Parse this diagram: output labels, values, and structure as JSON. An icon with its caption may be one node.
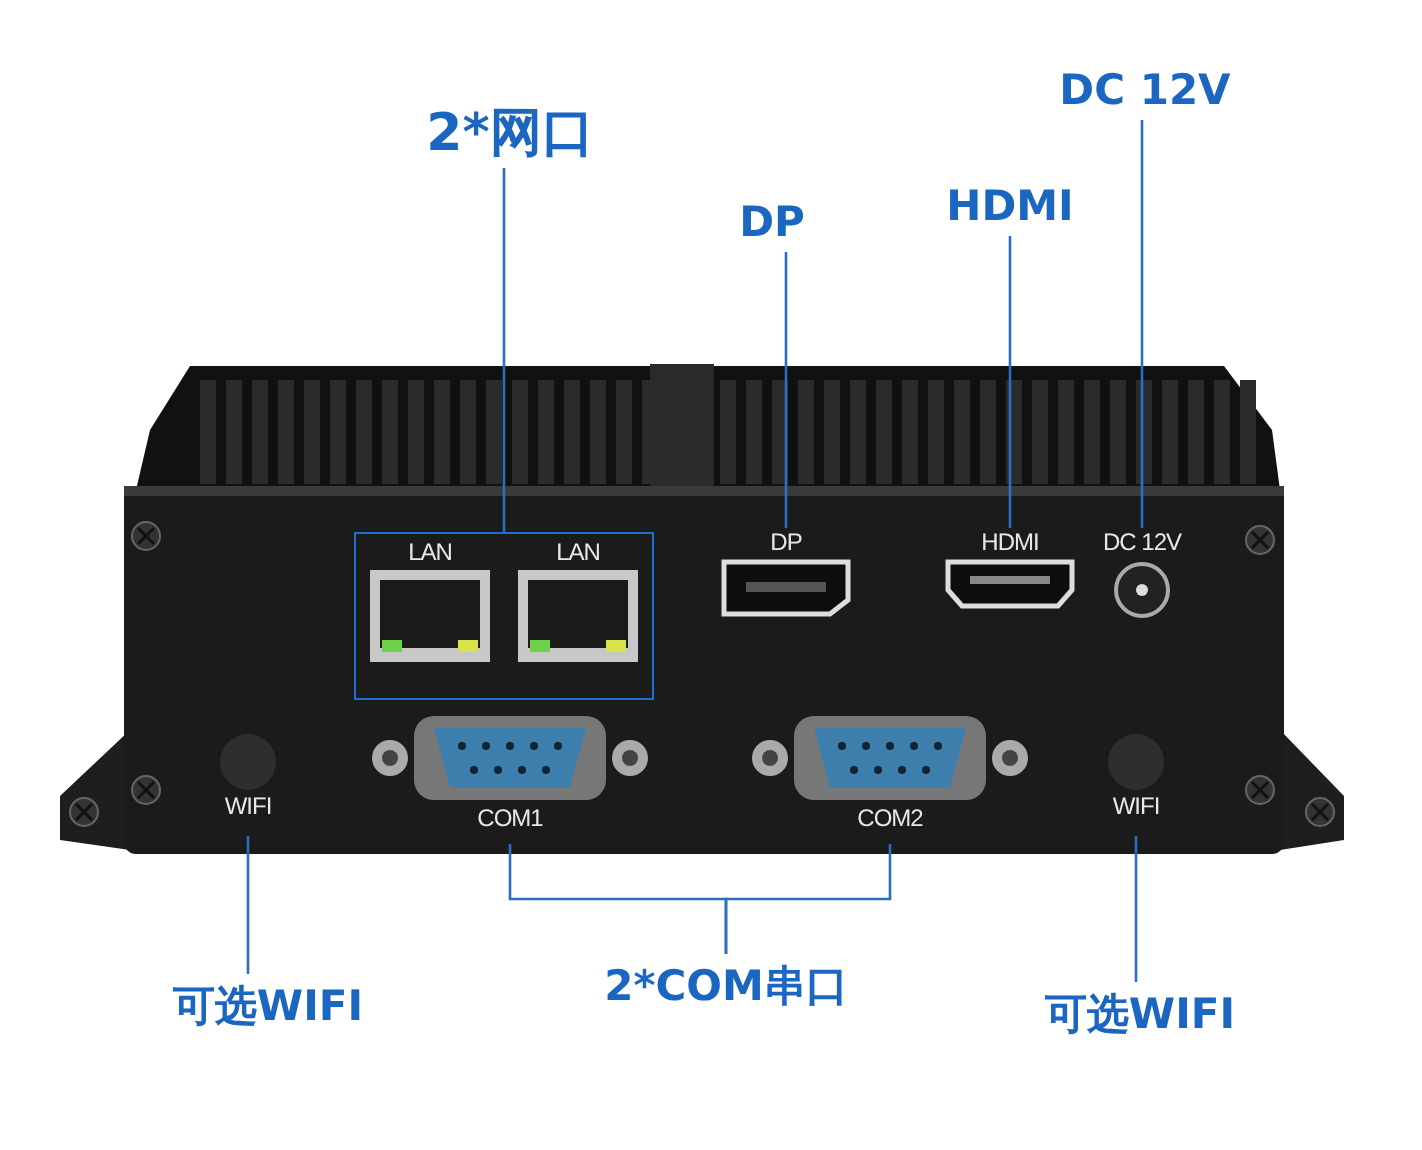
{
  "diagram": {
    "nodes": [
      {
        "text": [
          "2*网口"
        ]
      },
      {
        "text": [
          "DP"
        ]
      },
      {
        "text": [
          "HDMI"
        ]
      },
      {
        "text": [
          "DC 12V"
        ]
      },
      {
        "text": [
          "可选WIFI"
        ]
      },
      {
        "text": [
          "2*COM串口"
        ]
      },
      {
        "text": [
          "可选WIFI"
        ]
      },
      {
        "text": [
          "LAN",
          "LAN"
        ]
      },
      {
        "text": [
          "DP"
        ]
      },
      {
        "text": [
          "HDMI"
        ]
      },
      {
        "text": [
          "DC 12V"
        ]
      },
      {
        "text": [
          "WIFI"
        ]
      },
      {
        "text": [
          "COM1"
        ]
      },
      {
        "text": [
          "COM2"
        ]
      },
      {
        "text": [
          "WIFI"
        ]
      }
    ],
    "edges": [
      {
        "from": 0,
        "to": 7,
        "arrow": "none"
      },
      {
        "from": 1,
        "to": 8,
        "arrow": "none"
      },
      {
        "from": 2,
        "to": 9,
        "arrow": "none"
      },
      {
        "from": 3,
        "to": 10,
        "arrow": "none"
      },
      {
        "from": 4,
        "to": 11,
        "arrow": "none"
      },
      {
        "from": 5,
        "to": 12,
        "arrow": "none"
      },
      {
        "from": 5,
        "to": 13,
        "arrow": "none"
      },
      {
        "from": 6,
        "to": 14,
        "arrow": "none"
      }
    ]
  }
}
